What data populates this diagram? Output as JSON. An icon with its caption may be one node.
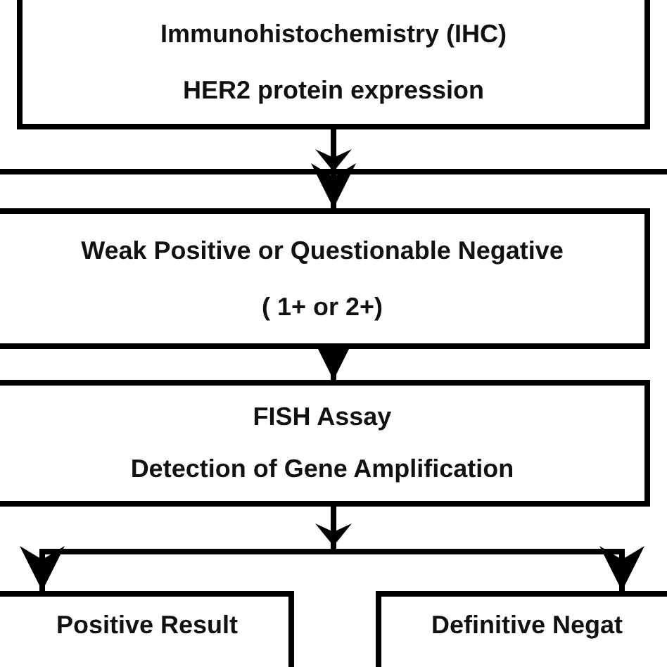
{
  "diagram": {
    "nodes": [
      {
        "text": [
          "Immunohistochemistry (IHC)",
          "HER2 protein expression"
        ]
      },
      {
        "text": [
          "Weak Positive or Questionable Negative",
          "( 1+ or 2+)"
        ]
      },
      {
        "text": [
          "FISH Assay",
          "Detection of Gene Amplification"
        ]
      },
      {
        "text": [
          "Positive Result"
        ]
      },
      {
        "text": [
          "Definitive Negat"
        ]
      }
    ],
    "edges": [
      {
        "from": 0,
        "to": 1,
        "arrow": "to"
      },
      {
        "from": 1,
        "to": 2,
        "arrow": "to"
      },
      {
        "from": 2,
        "to": 3,
        "arrow": "to"
      },
      {
        "from": 2,
        "to": 4,
        "arrow": "to"
      }
    ]
  }
}
